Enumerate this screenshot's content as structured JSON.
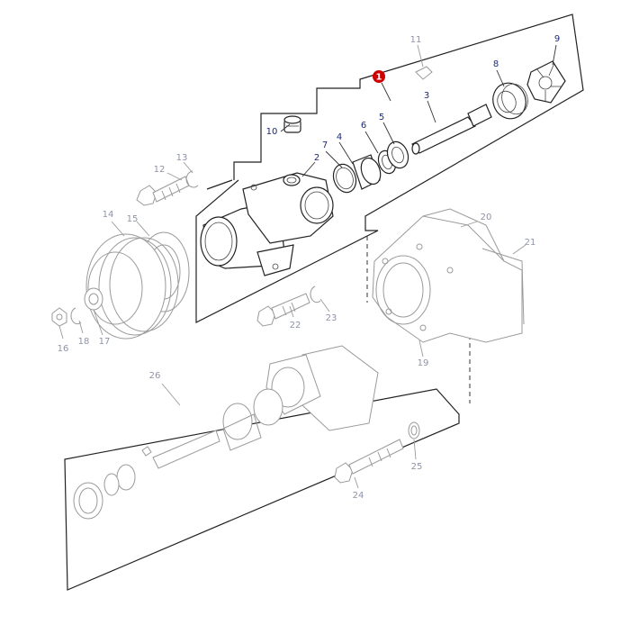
{
  "diagram": {
    "colors": {
      "highlight_marker": "#cc0000",
      "label_current": "#1d2a78",
      "label_other": "#8f93a8",
      "line_dark": "#222222",
      "line_grey": "#9a9a9a"
    },
    "highlight_marker": {
      "label": "1"
    },
    "callouts": [
      {
        "label": "2",
        "style": "current"
      },
      {
        "label": "3",
        "style": "current"
      },
      {
        "label": "4",
        "style": "current"
      },
      {
        "label": "5",
        "style": "current"
      },
      {
        "label": "6",
        "style": "current"
      },
      {
        "label": "7",
        "style": "current"
      },
      {
        "label": "8",
        "style": "current"
      },
      {
        "label": "9",
        "style": "current"
      },
      {
        "label": "10",
        "style": "current"
      },
      {
        "label": "11",
        "style": "other"
      },
      {
        "label": "12",
        "style": "other"
      },
      {
        "label": "13",
        "style": "other"
      },
      {
        "label": "14",
        "style": "other"
      },
      {
        "label": "15",
        "style": "other"
      },
      {
        "label": "16",
        "style": "other"
      },
      {
        "label": "17",
        "style": "other"
      },
      {
        "label": "18",
        "style": "other"
      },
      {
        "label": "19",
        "style": "other"
      },
      {
        "label": "20",
        "style": "other"
      },
      {
        "label": "21",
        "style": "other"
      },
      {
        "label": "22",
        "style": "other"
      },
      {
        "label": "23",
        "style": "other"
      },
      {
        "label": "24",
        "style": "other"
      },
      {
        "label": "25",
        "style": "other"
      },
      {
        "label": "26",
        "style": "other"
      }
    ]
  }
}
